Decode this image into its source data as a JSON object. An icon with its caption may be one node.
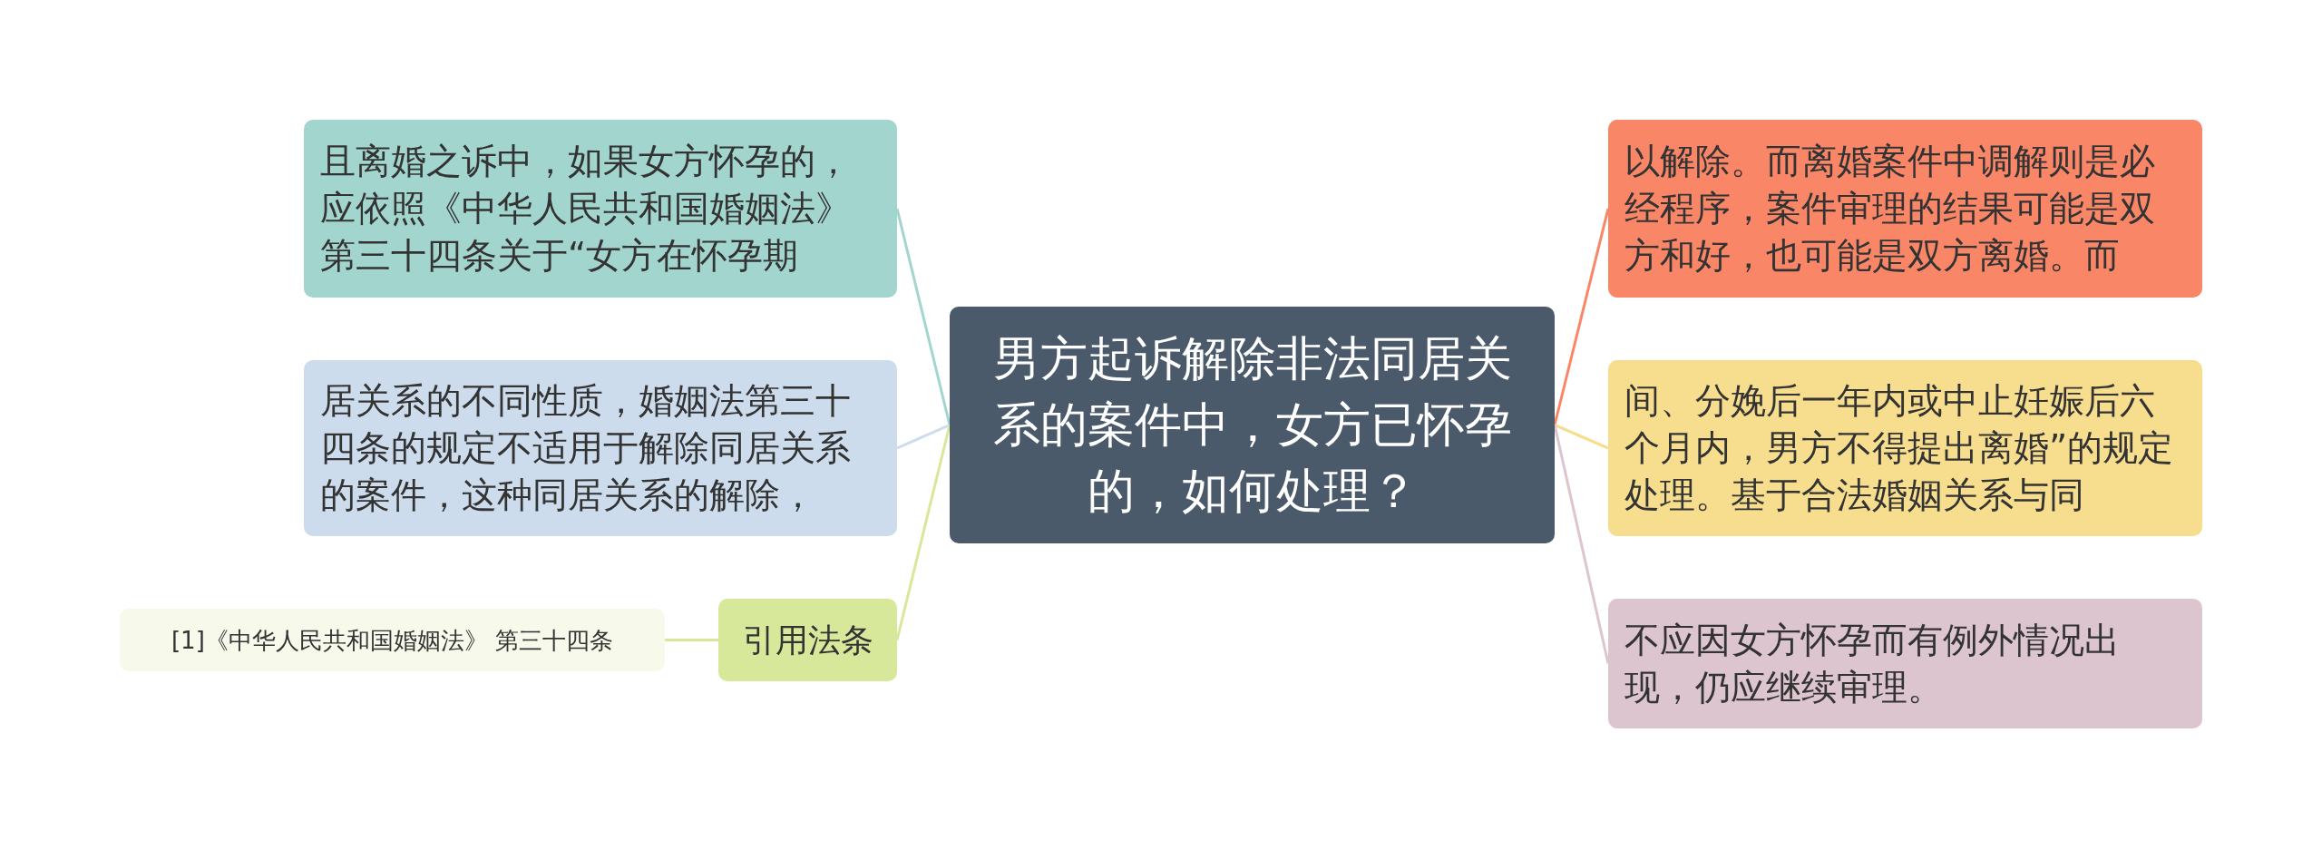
{
  "diagram": {
    "nodes": [
      {
        "text": [
          "男方起诉解除非法同居关系的案件中，女方已怀孕的，如何处理？"
        ]
      },
      {
        "text": [
          "且离婚之诉中，如果女方怀孕的，应依照《中华人民共和国婚姻法》第三十四条关于“女方在怀孕期"
        ]
      },
      {
        "text": [
          "居关系的不同性质，婚姻法第三十四条的规定不适用于解除同居关系的案件，这种同居关系的解除，"
        ]
      },
      {
        "text": [
          "引用法条"
        ]
      },
      {
        "text": [
          "[1]《中华人民共和国婚姻法》 第三十四条"
        ]
      },
      {
        "text": [
          "以解除。而离婚案件中调解则是必经程序，案件审理的结果可能是双方和好，也可能是双方离婚。而"
        ]
      },
      {
        "text": [
          "间、分娩后一年内或中止妊娠后六个月内，男方不得提出离婚”的规定处理。基于合法婚姻关系与同"
        ]
      },
      {
        "text": [
          "不应因女方怀孕而有例外情况出现，仍应继续审理。"
        ]
      }
    ],
    "edges": [
      {
        "from": 0,
        "to": 1,
        "arrow": "none",
        "color": "#a3d5cf"
      },
      {
        "from": 0,
        "to": 2,
        "arrow": "none",
        "color": "#ccdcec"
      },
      {
        "from": 0,
        "to": 3,
        "arrow": "none",
        "color": "#d8e89a"
      },
      {
        "from": 3,
        "to": 4,
        "arrow": "none",
        "color": "#d8e89a"
      },
      {
        "from": 0,
        "to": 5,
        "arrow": "none",
        "color": "#fa8668"
      },
      {
        "from": 0,
        "to": 6,
        "arrow": "none",
        "color": "#f7dd8e"
      },
      {
        "from": 0,
        "to": 7,
        "arrow": "none",
        "color": "#dcc5cf"
      }
    ]
  }
}
